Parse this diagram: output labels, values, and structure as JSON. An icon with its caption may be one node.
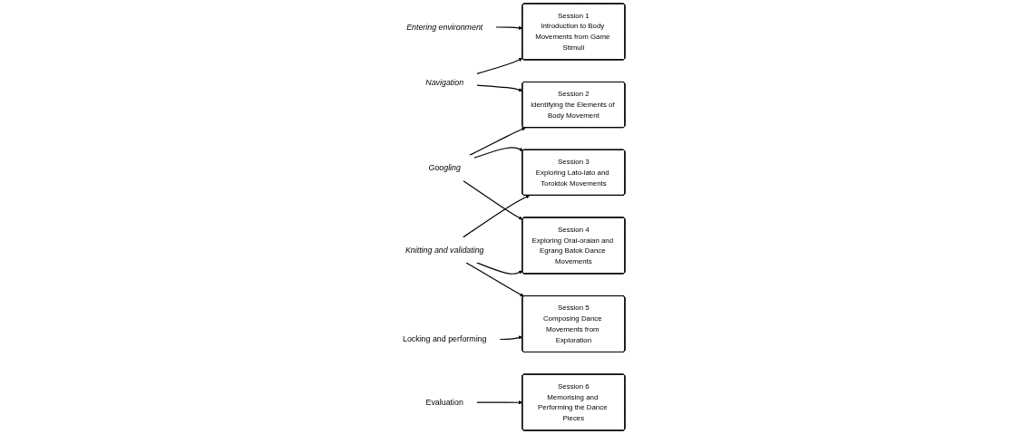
{
  "diagram": {
    "nodes": [
      {
        "text": [
          "Session 1",
          "Introduction to Body Movements from Game Stimuli"
        ]
      },
      {
        "text": [
          "Entering environment"
        ]
      },
      {
        "text": [
          "Navigation"
        ]
      },
      {
        "text": [
          "Session 2",
          "Identifying the Elements of Body Movement"
        ]
      },
      {
        "text": [
          "Googling"
        ]
      },
      {
        "text": [
          "Session 3",
          "Exploring Lato-lato and Toroktok Movements"
        ]
      },
      {
        "text": [
          "Knitting and validating"
        ]
      },
      {
        "text": [
          "Session 4",
          "Exploring Orai-oraian and Egrang Batok Dance Movements"
        ]
      },
      {
        "text": [
          "Locking and performing"
        ]
      },
      {
        "text": [
          "Evaluation"
        ]
      },
      {
        "text": [
          "Session 5",
          "Composing Dance Movements from Exploration"
        ]
      },
      {
        "text": [
          "Session 6",
          "Memorising and Performing the Dance Pieces"
        ]
      }
    ],
    "edges": [
      {
        "from": 1,
        "to": 0,
        "arrow": "to"
      },
      {
        "from": 2,
        "to": 0,
        "arrow": "to"
      },
      {
        "from": 2,
        "to": 3,
        "arrow": "to"
      },
      {
        "from": 4,
        "to": 5,
        "arrow": "to"
      },
      {
        "from": 4,
        "to": 3,
        "arrow": "to"
      },
      {
        "from": 4,
        "to": 7,
        "arrow": "to"
      },
      {
        "from": 6,
        "to": 5,
        "arrow": "to"
      },
      {
        "from": 6,
        "to": 10,
        "arrow": "to"
      },
      {
        "from": 6,
        "to": 7,
        "arrow": "to"
      },
      {
        "from": 8,
        "to": 10,
        "arrow": "to"
      },
      {
        "from": 9,
        "to": 11,
        "arrow": "to"
      }
    ]
  }
}
